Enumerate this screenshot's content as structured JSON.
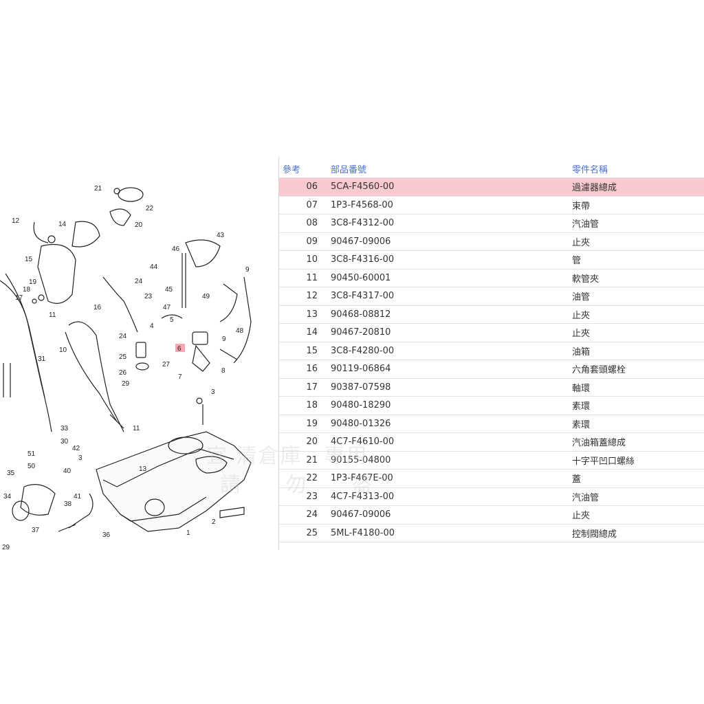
{
  "table": {
    "headers": {
      "ref": "參考",
      "part_no": "部品番號",
      "name": "零件名稱"
    },
    "selected_ref": "06",
    "rows": [
      {
        "ref": "06",
        "part_no": "5CA-F4560-00",
        "name": "過濾器總成"
      },
      {
        "ref": "07",
        "part_no": "1P3-F4568-00",
        "name": "束帶"
      },
      {
        "ref": "08",
        "part_no": "3C8-F4312-00",
        "name": "汽油管"
      },
      {
        "ref": "09",
        "part_no": "90467-09006",
        "name": "止夾"
      },
      {
        "ref": "10",
        "part_no": "3C8-F4316-00",
        "name": "管"
      },
      {
        "ref": "11",
        "part_no": "90450-60001",
        "name": "軟管夾"
      },
      {
        "ref": "12",
        "part_no": "3C8-F4317-00",
        "name": "油管"
      },
      {
        "ref": "13",
        "part_no": "90468-08812",
        "name": "止夾"
      },
      {
        "ref": "14",
        "part_no": "90467-20810",
        "name": "止夾"
      },
      {
        "ref": "15",
        "part_no": "3C8-F4280-00",
        "name": "油箱"
      },
      {
        "ref": "16",
        "part_no": "90119-06864",
        "name": "六角套頭螺栓"
      },
      {
        "ref": "17",
        "part_no": "90387-07598",
        "name": "軸環"
      },
      {
        "ref": "18",
        "part_no": "90480-18290",
        "name": "素環"
      },
      {
        "ref": "19",
        "part_no": "90480-01326",
        "name": "素環"
      },
      {
        "ref": "20",
        "part_no": "4C7-F4610-00",
        "name": "汽油箱蓋總成"
      },
      {
        "ref": "21",
        "part_no": "90155-04800",
        "name": "十字平凹口螺絲"
      },
      {
        "ref": "22",
        "part_no": "1P3-F467E-00",
        "name": "蓋"
      },
      {
        "ref": "23",
        "part_no": "4C7-F4313-00",
        "name": "汽油管"
      },
      {
        "ref": "24",
        "part_no": "90467-09006",
        "name": "止夾"
      },
      {
        "ref": "25",
        "part_no": "5ML-F4180-00",
        "name": "控制閥總成"
      }
    ]
  },
  "watermark": {
    "line1": "宜 清倉庫　專用",
    "line2": "請 勿 盜"
  },
  "diagram": {
    "callouts": [
      "21",
      "22",
      "20",
      "12",
      "14",
      "43",
      "46",
      "9",
      "15",
      "44",
      "24",
      "18",
      "17",
      "19",
      "16",
      "23",
      "45",
      "49",
      "47",
      "11",
      "4",
      "48",
      "5",
      "24",
      "9",
      "6",
      "10",
      "25",
      "8",
      "27",
      "26",
      "7",
      "29",
      "31",
      "3",
      "11",
      "33",
      "30",
      "42",
      "3",
      "13",
      "51",
      "50",
      "40",
      "41",
      "35",
      "34",
      "38",
      "37",
      "36",
      "2",
      "1",
      "29"
    ],
    "highlight_color": "#f7a5b1",
    "selected_callout": "6"
  },
  "colors": {
    "header_text": "#4a6fd0",
    "selected_row": "#f8c9cf",
    "line": "#e2e2e2"
  }
}
